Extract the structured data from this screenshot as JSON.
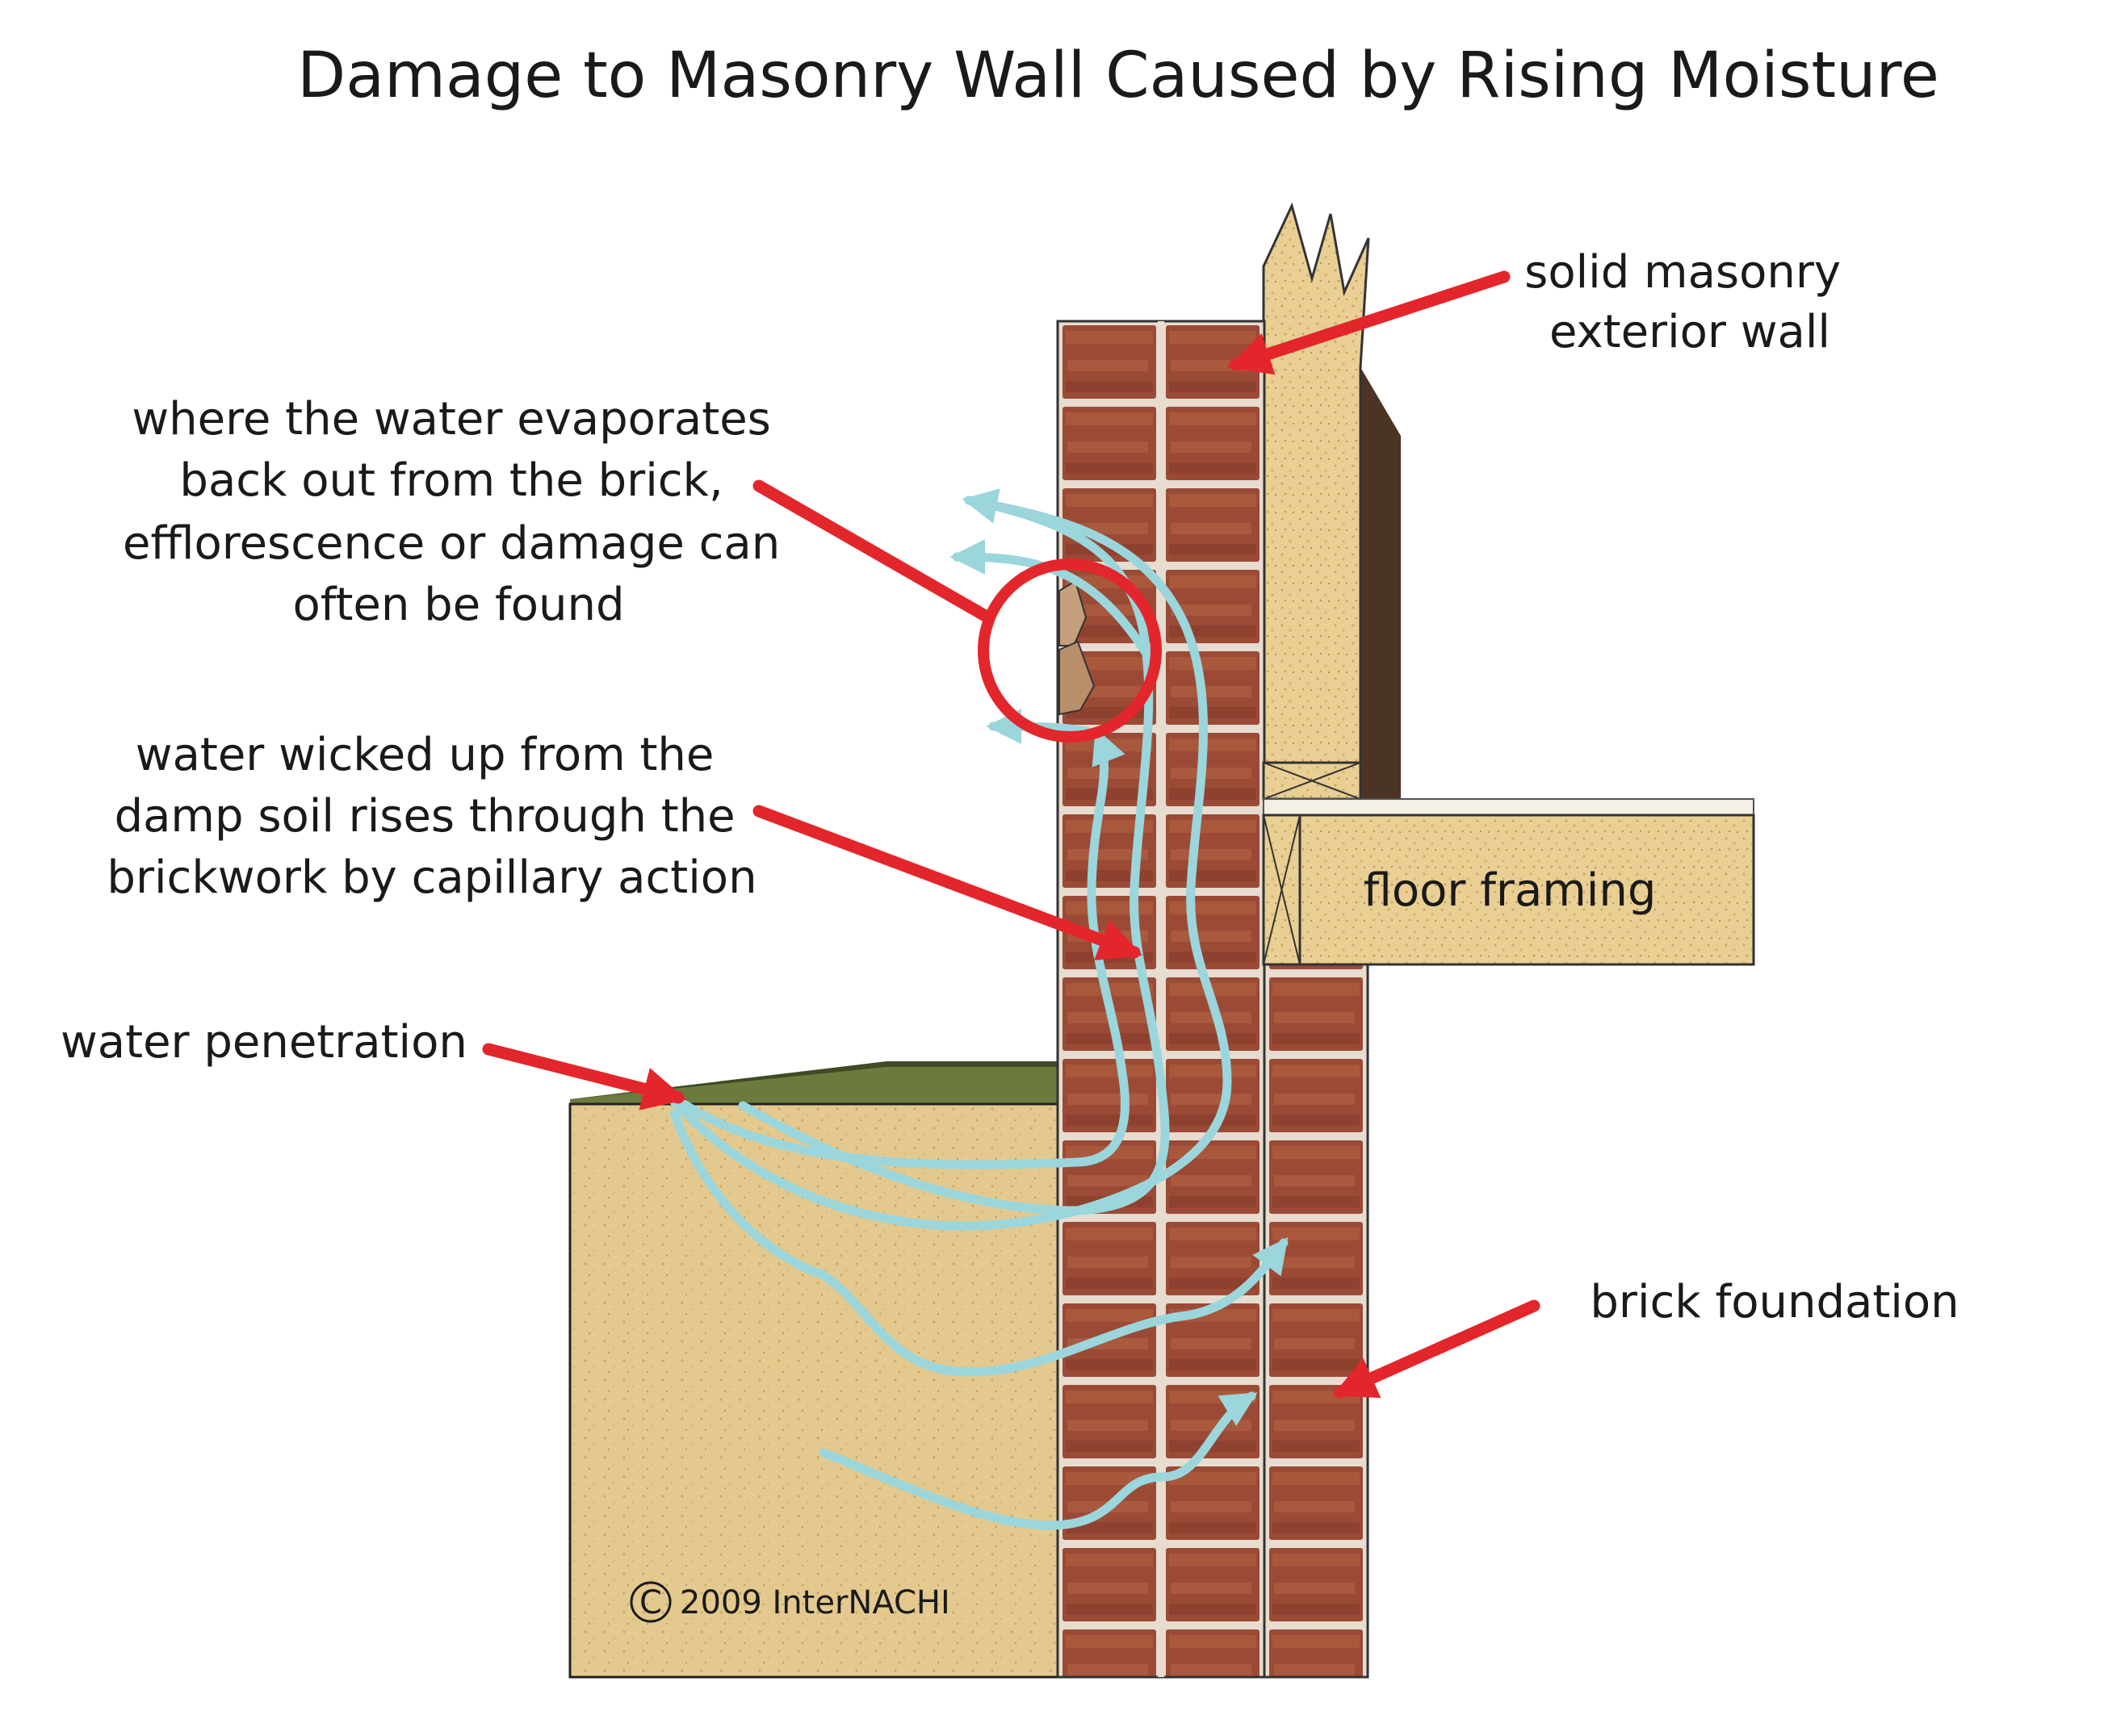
{
  "title": "Damage to Masonry Wall Caused by Rising Moisture",
  "labels": {
    "masonry_wall": [
      "solid masonry",
      "exterior wall"
    ],
    "evaporation": [
      "where the water evaporates",
      "back out from the brick,",
      "efflorescence or damage can",
      "often be found"
    ],
    "capillary": [
      "water wicked up from the",
      "damp soil rises through the",
      "brickwork by capillary action"
    ],
    "penetration": "water penetration",
    "floor_framing": "floor framing",
    "brick_foundation": "brick foundation"
  },
  "credit": {
    "symbol": "C",
    "text": "2009  InterNACHI"
  },
  "colors": {
    "callout_arrow": "#e3262b",
    "water_flow": "#9ad6dc",
    "brick": "#9b4a36",
    "mortar": "#e7dcd0",
    "soil": "#e4c98e",
    "wood": "#e9cf93",
    "grass": "#5c6b3a"
  }
}
